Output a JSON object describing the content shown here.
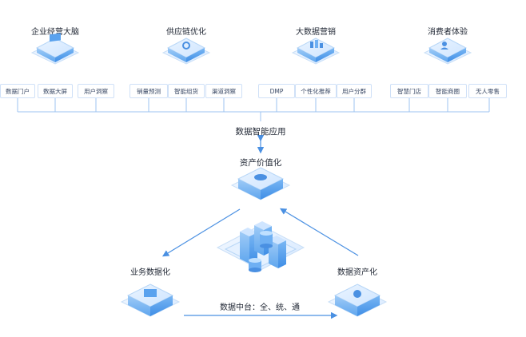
{
  "categories": [
    {
      "title": "企业经营大脑",
      "icon": "dashboard-icon",
      "items": [
        "数据门户",
        "数据大屏",
        "用户洞察"
      ]
    },
    {
      "title": "供应链优化",
      "icon": "supply-chain-icon",
      "items": [
        "销量预测",
        "智能组货",
        "渠道洞察"
      ]
    },
    {
      "title": "大数据营销",
      "icon": "marketing-icon",
      "items": [
        "DMP",
        "个性化推荐",
        "用户分群"
      ]
    },
    {
      "title": "消费者体验",
      "icon": "consumer-icon",
      "items": [
        "智慧门店",
        "智能商圈",
        "无人零售"
      ]
    }
  ],
  "center": {
    "app_label": "数据智能应用",
    "asset_value_label": "资产价值化",
    "business_data_label": "业务数据化",
    "data_asset_label": "数据资产化",
    "middle_platform_label": "数据中台：全、统、通"
  },
  "colors": {
    "accent": "#4a90e2",
    "connector": "#9cc3f0",
    "chip_border": "#cfe0f7"
  }
}
